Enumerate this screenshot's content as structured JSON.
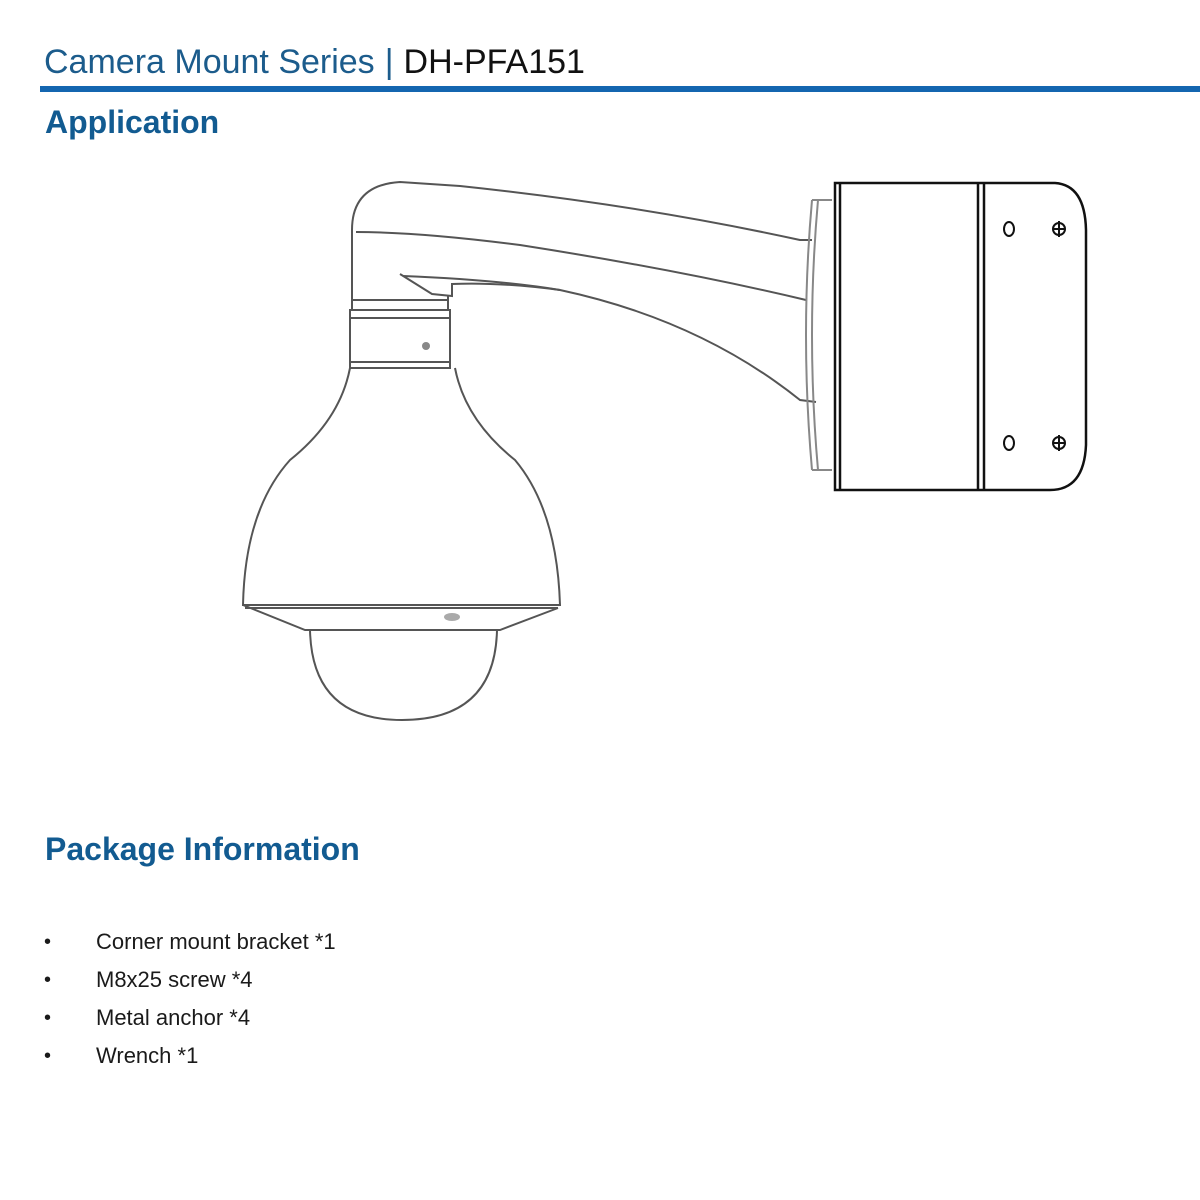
{
  "header": {
    "series": "Camera Mount Series",
    "separator": "|",
    "model": "DH-PFA151",
    "rule_color": "#1466b0"
  },
  "sections": {
    "application": {
      "title": "Application",
      "figure": "camera-on-wall-mount-diagram"
    },
    "package": {
      "title": "Package Information",
      "items": [
        {
          "bullet": "•",
          "text": "Corner mount bracket *1"
        },
        {
          "bullet": "•",
          "text": "M8x25 screw *4"
        },
        {
          "bullet": "•",
          "text": "Metal anchor *4"
        },
        {
          "bullet": "•",
          "text": "Wrench *1"
        }
      ]
    }
  },
  "colors": {
    "heading": "#125b91",
    "series_text": "#1c5c8c"
  }
}
